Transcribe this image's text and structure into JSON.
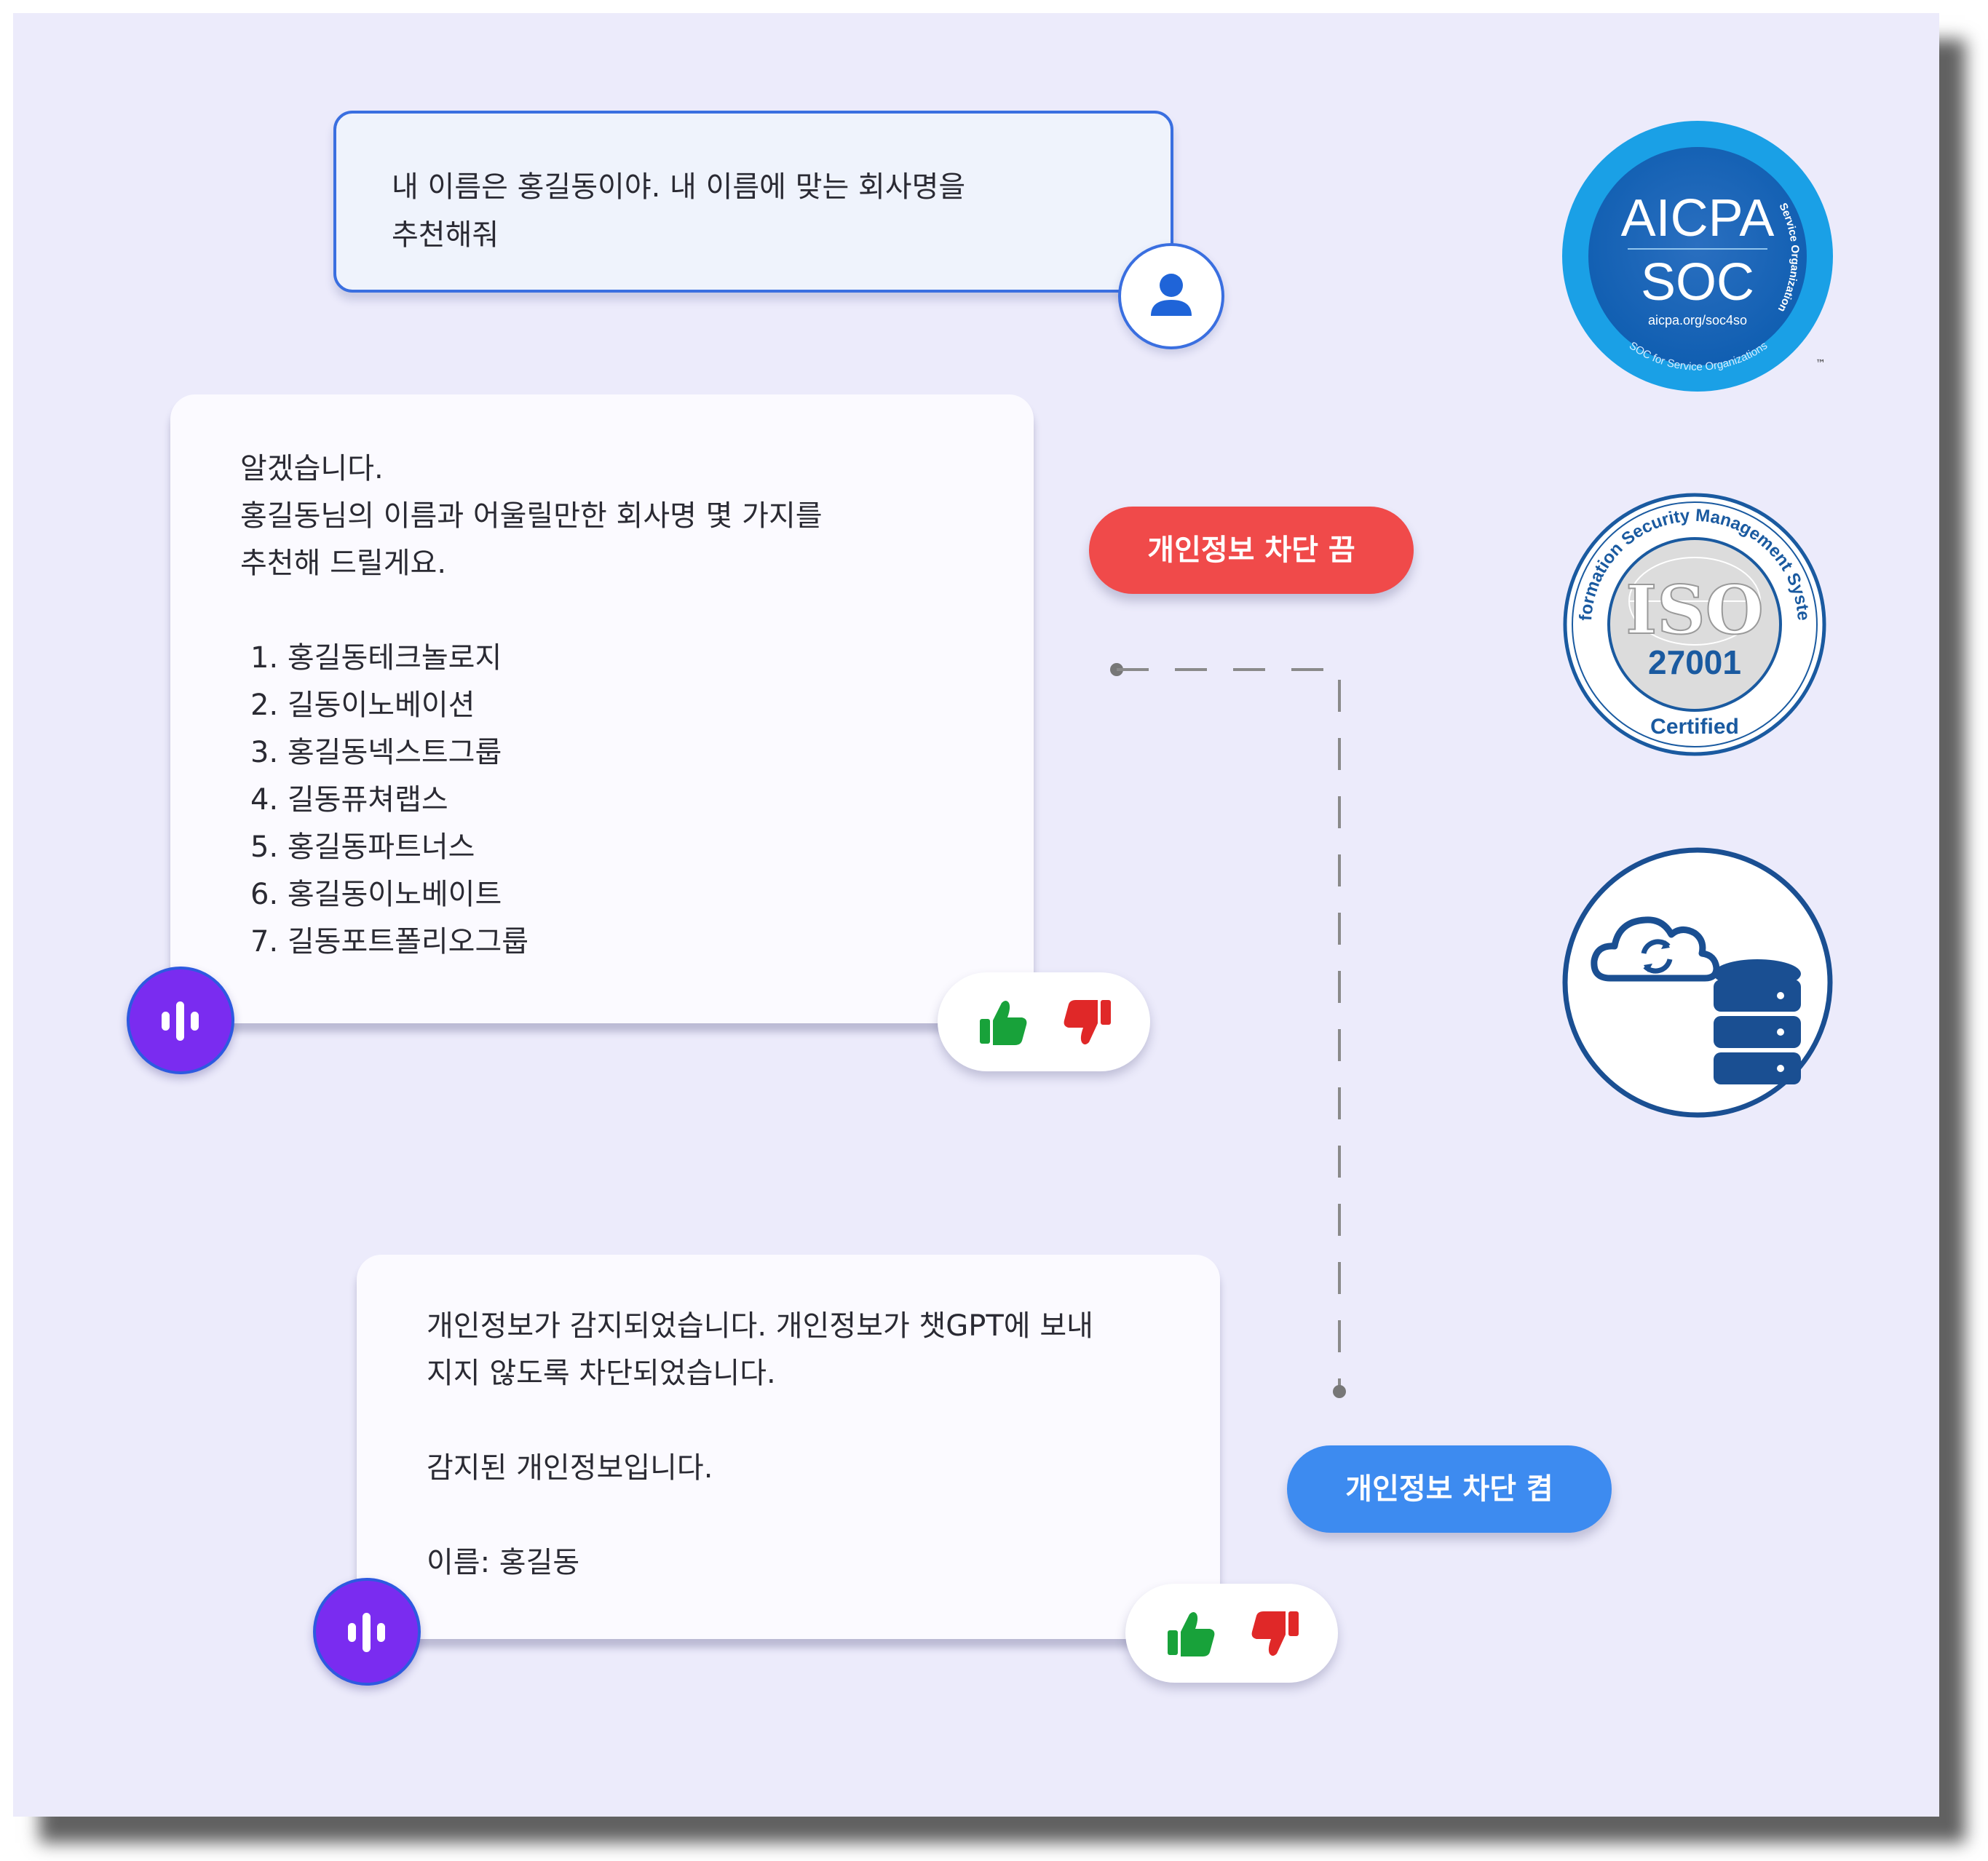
{
  "chat": {
    "user_message": "내 이름은 홍길동이야. 내 이름에 맞는 회사명을\n추천해줘",
    "bot_reply_1": {
      "intro": "알겠습니다.\n홍길동님의 이름과 어울릴만한 회사명 몇 가지를\n추천해 드릴게요.",
      "suggestions": [
        "1. 홍길동테크놀로지",
        "2. 길동이노베이션",
        "3. 홍길동넥스트그룹",
        "4. 길동퓨쳐랩스",
        "5. 홍길동파트너스",
        "6. 홍길동이노베이트",
        "7. 길동포트폴리오그룹"
      ]
    },
    "bot_reply_2": {
      "notice": "개인정보가 감지되었습니다. 개인정보가 챗GPT에 보내\n지지 않도록 차단되었습니다.",
      "detected_label": "감지된 개인정보입니다.",
      "detected_value": "이름: 홍길동"
    }
  },
  "toggles": {
    "privacy_block_off": "개인정보 차단 끔",
    "privacy_block_on": "개인정보 차단 켬"
  },
  "badges": {
    "aicpa": {
      "title_top": "AICPA",
      "title_bottom": "SOC",
      "url": "aicpa.org/soc4so",
      "ring_text_right": "Service Organizations",
      "ring_text_bottom": "SOC for Service Organizations",
      "tm": "™"
    },
    "iso": {
      "ring_text": "Information Security Management System",
      "logo": "ISO",
      "number": "27001",
      "certified": "Certified"
    },
    "cloud_icon": "cloud-sync-database-icon"
  },
  "icons": {
    "user_avatar": "user-icon",
    "bot_avatar": "audio-wave-icon",
    "like": "thumbs-up-icon",
    "dislike": "thumbs-down-icon"
  },
  "colors": {
    "background": "#ecebfb",
    "user_border": "#3a6fe0",
    "bot_avatar": "#7a2cf0",
    "toggle_off": "#f04a4a",
    "toggle_on": "#3d8bf0",
    "like": "#18a23a",
    "dislike": "#e02828",
    "badge_blue": "#1a5aa0"
  }
}
